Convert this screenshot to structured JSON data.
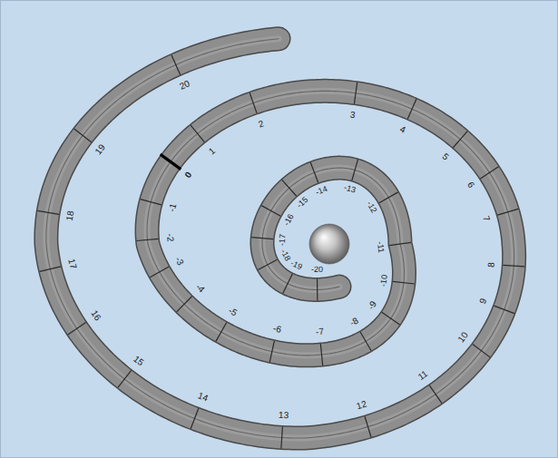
{
  "diagram": {
    "labels": [
      "-20",
      "-19",
      "-18",
      "-17",
      "-16",
      "-15",
      "-14",
      "-13",
      "-12",
      "-11",
      "-10",
      "-9",
      "-8",
      "-7",
      "-6",
      "-5",
      "-4",
      "-3",
      "-2",
      "-1",
      "0",
      "1",
      "2",
      "3",
      "4",
      "5",
      "6",
      "7",
      "8",
      "9",
      "10",
      "11",
      "12",
      "13",
      "14",
      "15",
      "16",
      "17",
      "18",
      "19",
      "20"
    ]
  }
}
